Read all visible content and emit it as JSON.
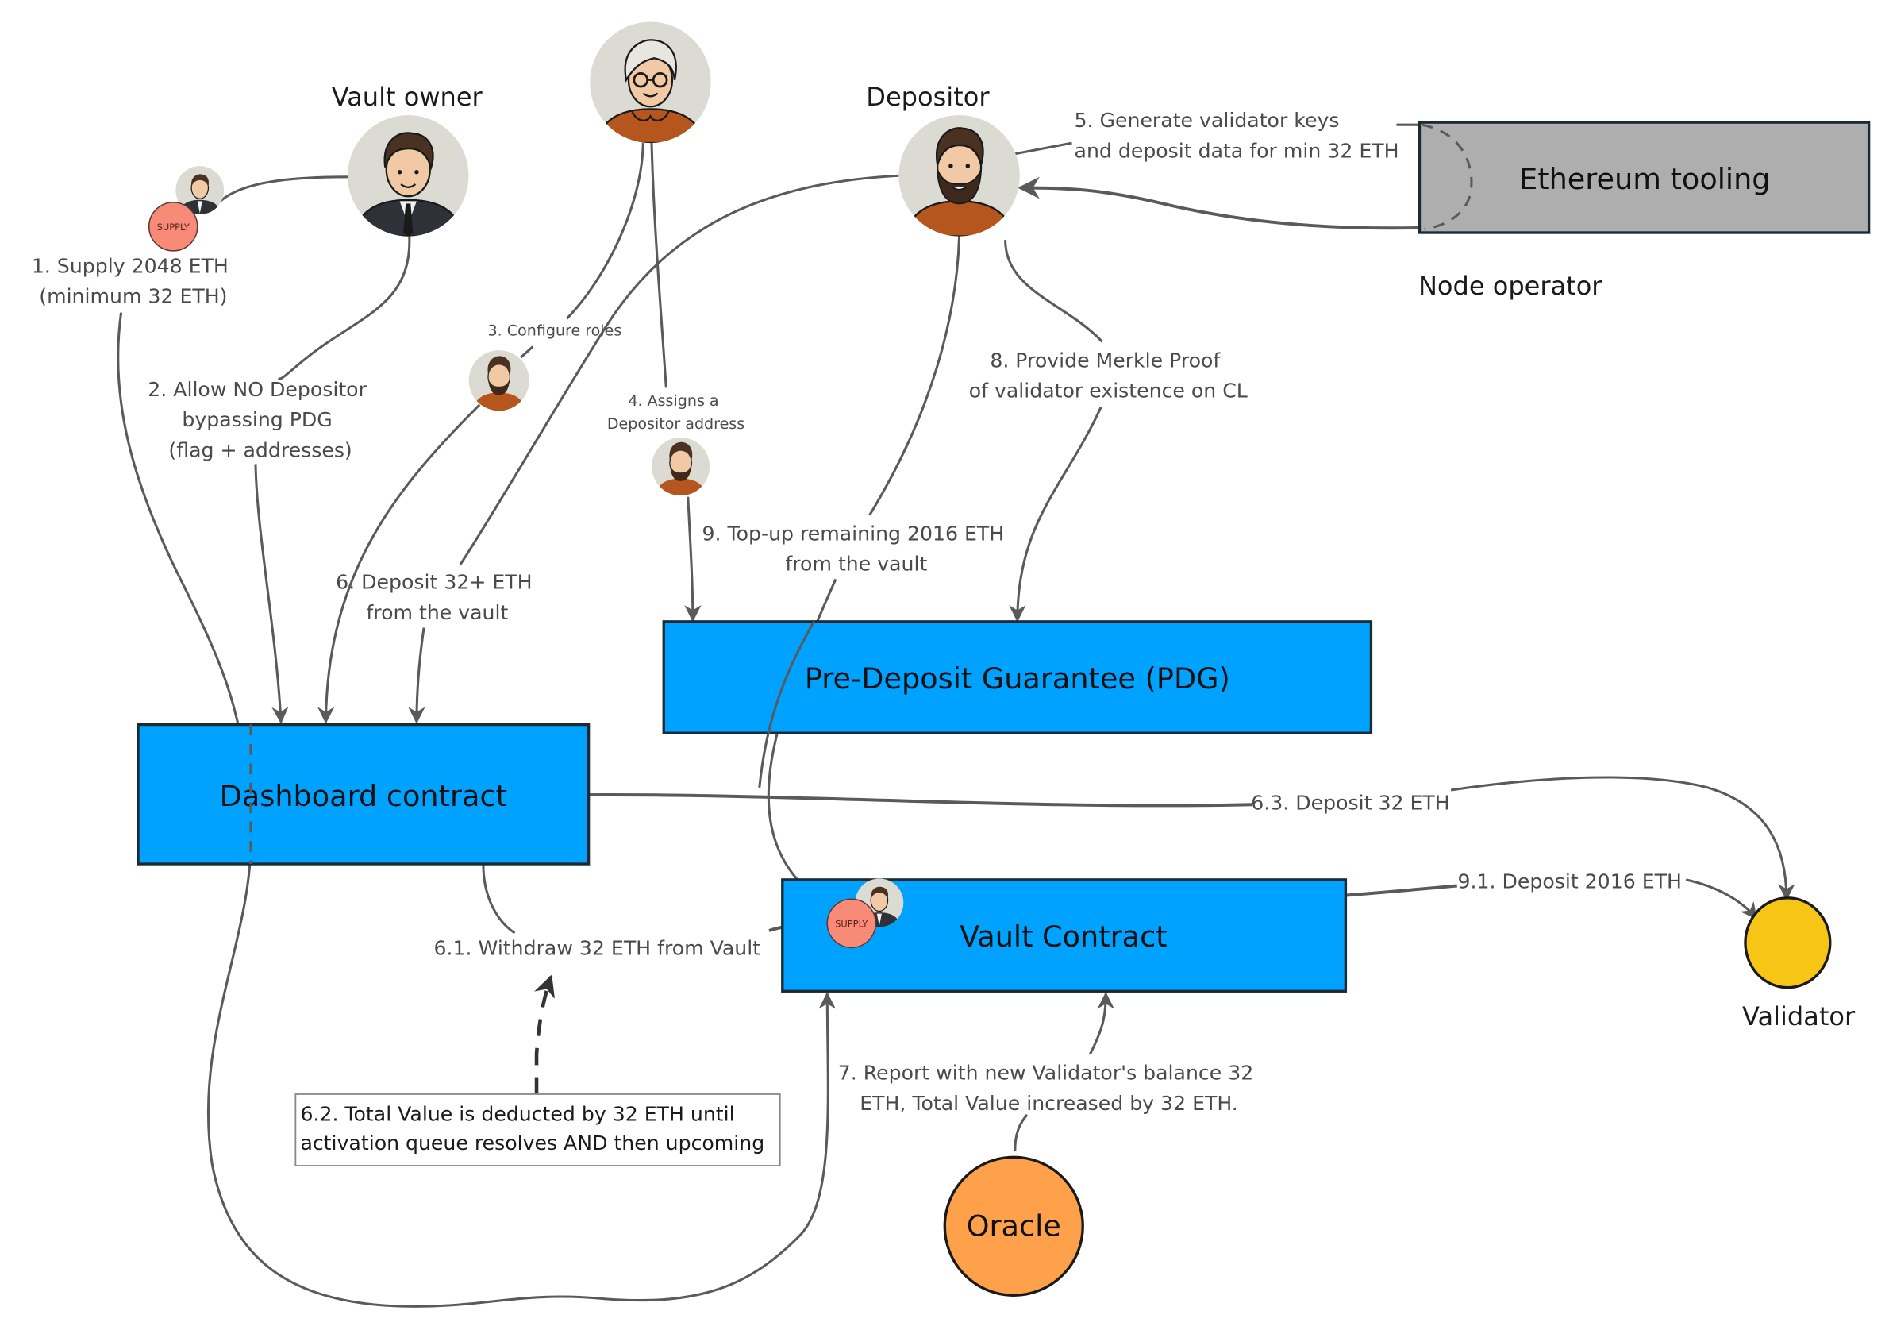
{
  "diagram": {
    "colors": {
      "contract_fill": "#00A2FF",
      "tooling_fill": "#AEAEAE",
      "oracle_fill": "#FFA04A",
      "validator_fill": "#F7C516",
      "supply_badge_fill": "#F88A78",
      "edge_stroke": "#5A5A5A",
      "avatar_bg": "#DCDBD3",
      "shirt_orange": "#B5561F"
    },
    "actors": {
      "vault_owner": {
        "label": "Vault owner",
        "icon": "businessman-avatar-icon"
      },
      "admin": {
        "label": "",
        "icon": "elderly-woman-avatar-icon"
      },
      "depositor": {
        "label": "Depositor",
        "icon": "bearded-man-avatar-icon"
      },
      "node_operator": {
        "label": "Node operator"
      }
    },
    "nodes": {
      "ethereum_tooling": "Ethereum tooling",
      "pdg": "Pre-Deposit Guarantee (PDG)",
      "dashboard": "Dashboard contract",
      "vault": "Vault Contract",
      "oracle": "Oracle",
      "validator": "Validator"
    },
    "badges": {
      "supply": "SUPPLY"
    },
    "steps": {
      "s1": [
        "1. Supply 2048 ETH",
        "(minimum 32 ETH)"
      ],
      "s2": [
        "2. Allow NO Depositor",
        "bypassing PDG",
        "(flag + addresses)"
      ],
      "s3": [
        "3. Configure roles"
      ],
      "s4": [
        "4. Assigns a",
        "Depositor address"
      ],
      "s5": [
        "5. Generate validator keys",
        "and deposit data for min 32 ETH"
      ],
      "s6": [
        "6. Deposit 32+ ETH",
        "from the vault"
      ],
      "s6_1": [
        "6.1. Withdraw 32 ETH from Vault"
      ],
      "s6_2": [
        "6.2. Total Value is deducted by 32 ETH until",
        "activation queue resolves AND then upcoming"
      ],
      "s6_3": [
        "6.3. Deposit 32 ETH"
      ],
      "s7": [
        "7. Report with new Validator's balance 32",
        "ETH, Total Value increased by 32 ETH."
      ],
      "s8": [
        "8. Provide Merkle Proof",
        "of validator existence on CL"
      ],
      "s9": [
        "9. Top-up remaining 2016 ETH",
        "from the vault"
      ],
      "s9_1": [
        "9.1. Deposit 2016 ETH"
      ]
    }
  }
}
